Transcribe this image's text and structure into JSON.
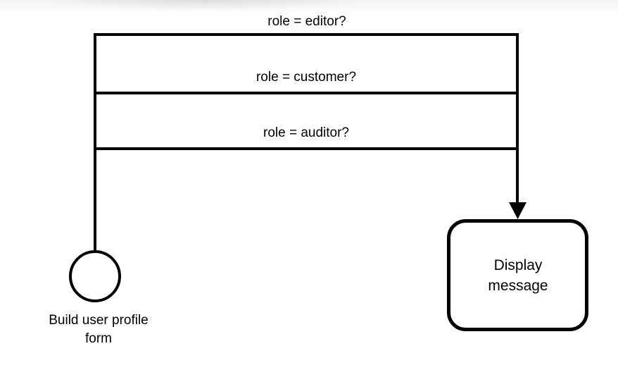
{
  "colors": {
    "stroke": "#000000",
    "text": "#000000",
    "background": "#ffffff",
    "node_fill": "#ffffff"
  },
  "diagram": {
    "branches": [
      {
        "label": "role = editor?"
      },
      {
        "label": "role = customer?"
      },
      {
        "label": "role = auditor?"
      }
    ],
    "start_node": {
      "label": "Build user profile form"
    },
    "end_node": {
      "label": "Display message"
    }
  }
}
